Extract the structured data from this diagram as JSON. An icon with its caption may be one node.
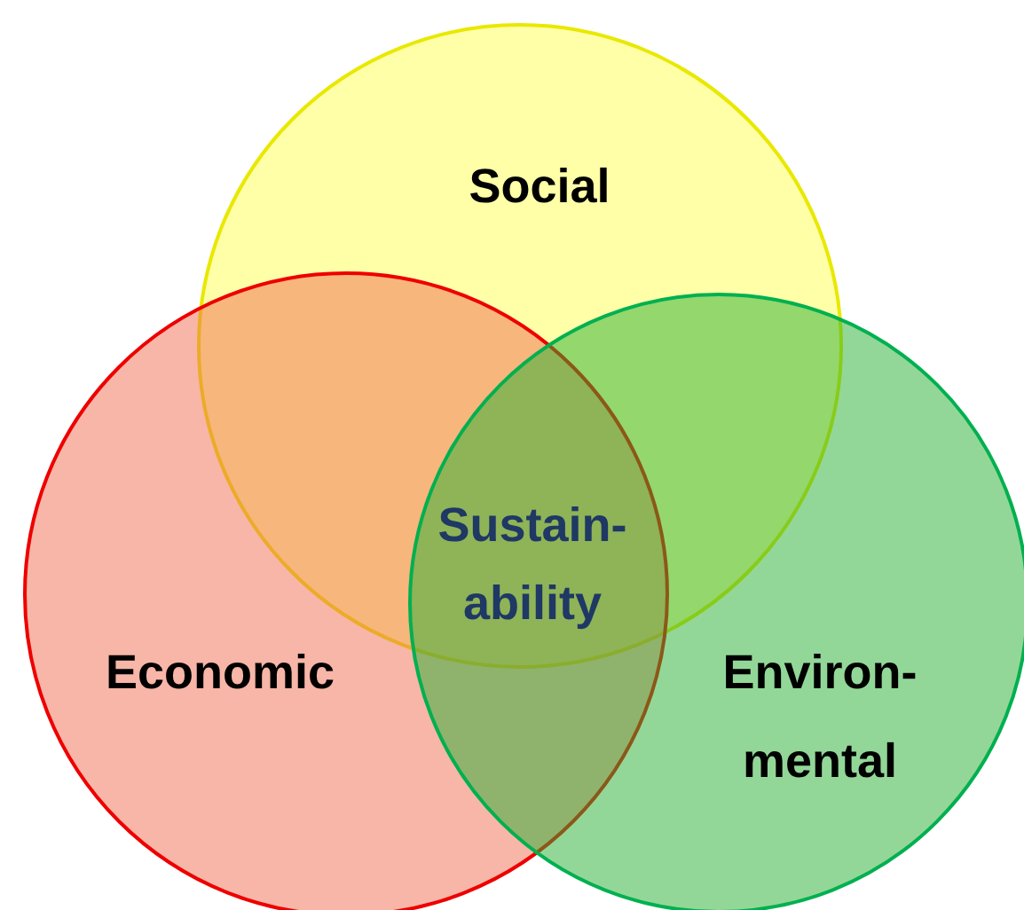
{
  "diagram": {
    "nodes": [
      {
        "text": [
          "Social"
        ]
      },
      {
        "text": [
          "Economic"
        ]
      },
      {
        "text": [
          "Environ- mental"
        ]
      }
    ],
    "labels": [
      "Sustain- ability"
    ]
  }
}
